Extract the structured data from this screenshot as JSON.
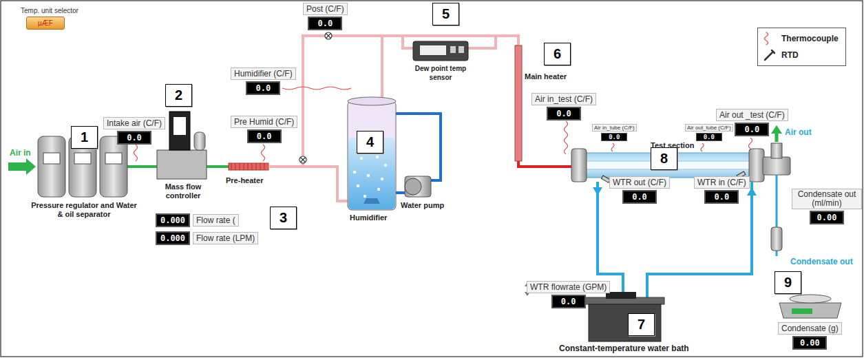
{
  "diagram": {
    "nodes": [
      {
        "text": [
          "Temp. unit selector",
          "µÆF"
        ]
      },
      {
        "text": [
          "1"
        ]
      },
      {
        "text": [
          "Intake air (C/F)",
          "0.0"
        ]
      },
      {
        "text": [
          "2"
        ]
      },
      {
        "text": [
          "Flow rate (",
          "0.000"
        ]
      },
      {
        "text": [
          "Flow rate (LPM)",
          "0.000"
        ]
      },
      {
        "text": [
          "3"
        ]
      },
      {
        "text": [
          "Pre Humid (C/F)",
          "0.0"
        ]
      },
      {
        "text": [
          "Post (C/F)",
          "0.0"
        ]
      },
      {
        "text": [
          "Humidifier (C/F)",
          "0.0"
        ]
      },
      {
        "text": [
          "4"
        ]
      },
      {
        "text": [
          "5"
        ]
      },
      {
        "text": [
          "6"
        ]
      },
      {
        "text": [
          "Air in_test (C/F)",
          "0.0"
        ]
      },
      {
        "text": [
          "Air in_tube (C/F)",
          "0.0"
        ]
      },
      {
        "text": [
          "Air out_tube (C/F)",
          "0.0"
        ]
      },
      {
        "text": [
          "Air out _test (C/F)",
          "0.0"
        ]
      },
      {
        "text": [
          "8"
        ]
      },
      {
        "text": [
          "WTR out (C/F)",
          "0.0"
        ]
      },
      {
        "text": [
          "WTR in (C/F)",
          "0.0"
        ]
      },
      {
        "text": [
          "WTR flowrate (GPM)",
          "0.0"
        ]
      },
      {
        "text": [
          "7"
        ]
      },
      {
        "text": [
          "Condensate out (ml/min)",
          "0.00"
        ]
      },
      {
        "text": [
          "9"
        ]
      },
      {
        "text": [
          "Condensate (g)",
          "0.00"
        ]
      }
    ],
    "labels": [
      "Air in",
      "Pressure regulator and Water & oil separator",
      "Mass flow controller",
      "Pre-heater",
      "Dew point temp sensor",
      "Main heater",
      "Humidifier",
      "Water pump",
      "Test section",
      "Air out",
      "Condensate out",
      "Constant-temperature water bath"
    ],
    "legend": [
      {
        "text": "Thermocouple"
      },
      {
        "text": "RTD"
      }
    ]
  }
}
